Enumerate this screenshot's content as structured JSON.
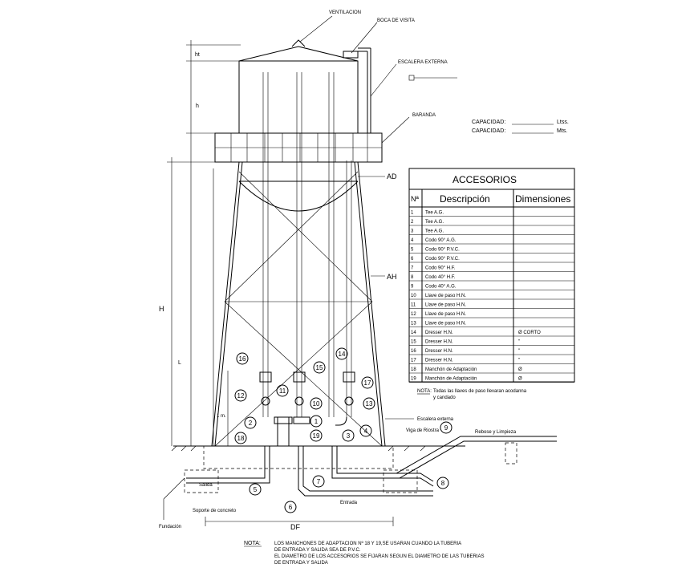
{
  "labels": {
    "ventilacion": "VENTILACION",
    "boca_visita": "BOCA DE VISITA",
    "escalera_externa_top": "ESCALERA EXTERNA",
    "baranda": "BARANDA",
    "ad": "AD",
    "ah": "AH",
    "ht": "ht",
    "h": "h",
    "H": "H",
    "L": "L",
    "one_m": "1 m.",
    "escalera_externa_bottom": "Escalera externa",
    "viga_riostra": "Viga de Riostra",
    "rebose": "Rebose y Limpieza",
    "salida": "Salida",
    "entrada": "Entrada",
    "soporte": "Soporte de concreto",
    "fundacion": "Fundación",
    "df": "DF"
  },
  "capacity": {
    "line1_label": "CAPACIDAD:",
    "line1_unit": "Ltss.",
    "line2_label": "CAPACIDAD:",
    "line2_unit": "Mts."
  },
  "table": {
    "title": "ACCESORIOS",
    "col_no": "Nª",
    "col_desc": "Descripción",
    "col_dim": "Dimensiones",
    "rows": [
      {
        "n": "1",
        "desc": "Tee A.G.",
        "dim": ""
      },
      {
        "n": "2",
        "desc": "Tee A.G.",
        "dim": ""
      },
      {
        "n": "3",
        "desc": "Tee A.G.",
        "dim": ""
      },
      {
        "n": "4",
        "desc": "Codo 90°   A.G.",
        "dim": ""
      },
      {
        "n": "5",
        "desc": "Codo 90°   P.V.C.",
        "dim": ""
      },
      {
        "n": "6",
        "desc": "Codo 90°   P.V.C.",
        "dim": ""
      },
      {
        "n": "7",
        "desc": "Codo 90°   H.F.",
        "dim": ""
      },
      {
        "n": "8",
        "desc": "Codo 40°   H.F.",
        "dim": ""
      },
      {
        "n": "9",
        "desc": "Codo 40°   A.G.",
        "dim": ""
      },
      {
        "n": "10",
        "desc": "Llave de paso  H.N.",
        "dim": ""
      },
      {
        "n": "11",
        "desc": "Llave de paso  H.N.",
        "dim": ""
      },
      {
        "n": "12",
        "desc": "Llave de paso  H.N.",
        "dim": ""
      },
      {
        "n": "13",
        "desc": "Llave de paso  H.N.",
        "dim": ""
      },
      {
        "n": "14",
        "desc": "Dresser   H.N.",
        "dim": "Ø   CORTO"
      },
      {
        "n": "15",
        "desc": "Dresser   H.N.",
        "dim": "\""
      },
      {
        "n": "16",
        "desc": "Dresser   H.N.",
        "dim": "\""
      },
      {
        "n": "17",
        "desc": "Dresser   H.N.",
        "dim": "\""
      },
      {
        "n": "18",
        "desc": "Manchón de Adaptación",
        "dim": "Ø"
      },
      {
        "n": "19",
        "desc": "Manchón de Adaptación",
        "dim": "Ø"
      }
    ],
    "note_label": "NOTA:",
    "note_line1": "Todas las llaves de paso llevaran acodanna",
    "note_line2": "y candado"
  },
  "bottom_note": {
    "label": "NOTA:",
    "line1": "LOS MANCHONES DE ADAPTACION Nº 18 Y 19,SE USARAN CUANDO LA TUBERIA",
    "line2": "DE ENTRADA Y SALIDA SEA DE P.V.C.",
    "line3": "EL DIAMETRO DE LOS ACCESORIOS SE FIJARAN SEGUN EL DIAMETRO DE LAS TUBERIAS",
    "line4": "DE ENTRADA Y SALIDA"
  },
  "callouts": [
    "1",
    "2",
    "3",
    "4",
    "5",
    "6",
    "7",
    "8",
    "9",
    "10",
    "11",
    "12",
    "13",
    "14",
    "15",
    "16",
    "17",
    "18",
    "19"
  ]
}
